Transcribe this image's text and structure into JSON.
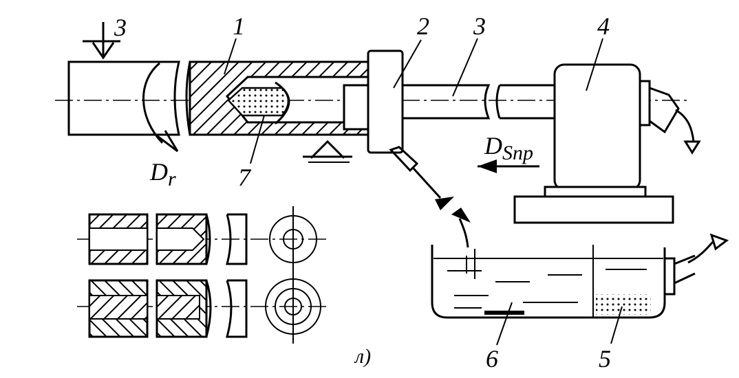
{
  "labels": {
    "top_left_3": "3",
    "part_1": "1",
    "part_2": "2",
    "part_3": "3",
    "part_4": "4",
    "part_5": "5",
    "part_6": "6",
    "part_7": "7",
    "rotation": "D",
    "rotation_sub": "r",
    "feed": "D",
    "feed_sub": "Snp",
    "figure_tag": "л)"
  },
  "colors": {
    "ink": "#000000",
    "paper": "#ffffff"
  }
}
